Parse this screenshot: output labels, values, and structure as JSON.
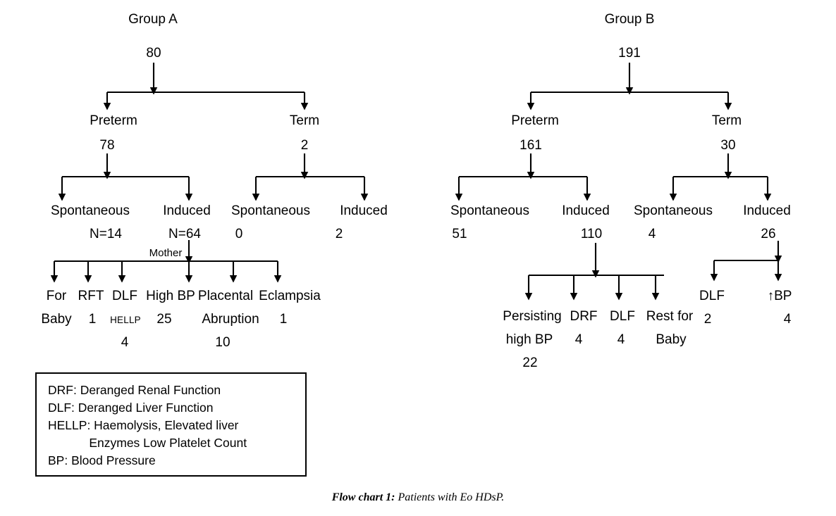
{
  "chart_data": {
    "type": "diagram",
    "title": "Flow chart 1: Patients with Eo HDsP.",
    "groups": [
      {
        "name": "Group A",
        "total": "80",
        "branches": [
          {
            "label": "Preterm",
            "count": "78",
            "children": [
              {
                "label": "Spontaneous",
                "count": "N=14"
              },
              {
                "label": "Induced",
                "count": "N=64",
                "branch_note": "Mother",
                "children": [
                  {
                    "label": "For\nBaby",
                    "count": ""
                  },
                  {
                    "label": "RFT",
                    "count": "1"
                  },
                  {
                    "label": "DLF",
                    "sublabel": "HELLP",
                    "count": "4"
                  },
                  {
                    "label": "High BP",
                    "count": "25"
                  },
                  {
                    "label": "Placental\nAbruption",
                    "count": "10"
                  },
                  {
                    "label": "Eclampsia",
                    "count": "1"
                  }
                ]
              }
            ]
          },
          {
            "label": "Term",
            "count": "2",
            "children": [
              {
                "label": "Spontaneous",
                "count": "0"
              },
              {
                "label": "Induced",
                "count": "2"
              }
            ]
          }
        ]
      },
      {
        "name": "Group B",
        "total": "191",
        "branches": [
          {
            "label": "Preterm",
            "count": "161",
            "children": [
              {
                "label": "Spontaneous",
                "count": "51"
              },
              {
                "label": "Induced",
                "count": "110",
                "children": [
                  {
                    "label": "Persisting\nhigh BP",
                    "count": "22"
                  },
                  {
                    "label": "DRF",
                    "count": "4"
                  },
                  {
                    "label": "DLF",
                    "count": "4"
                  },
                  {
                    "label": "Rest for\nBaby",
                    "count": ""
                  }
                ]
              }
            ]
          },
          {
            "label": "Term",
            "count": "30",
            "children": [
              {
                "label": "Spontaneous",
                "count": "4"
              },
              {
                "label": "Induced",
                "count": "26",
                "children": [
                  {
                    "label": "DLF",
                    "count": "2"
                  },
                  {
                    "label": "↑BP",
                    "count": "4"
                  }
                ]
              }
            ]
          }
        ]
      }
    ]
  },
  "groupA": {
    "title": "Group A",
    "total": "80",
    "preterm": {
      "label": "Preterm",
      "count": "78"
    },
    "term": {
      "label": "Term",
      "count": "2"
    },
    "preterm_spontaneous": {
      "label": "Spontaneous",
      "count": "N=14"
    },
    "preterm_induced": {
      "label": "Induced",
      "count": "N=64"
    },
    "term_spontaneous": {
      "label": "Spontaneous",
      "count": "0"
    },
    "term_induced": {
      "label": "Induced",
      "count": "2"
    },
    "mother_note": "Mother",
    "outcomes": {
      "for_baby_line1": "For",
      "for_baby_line2": "Baby",
      "rft_label": "RFT",
      "rft_count": "1",
      "dlf_label": "DLF",
      "hellp_label": "HELLP",
      "hellp_count": "4",
      "highbp_label": "High BP",
      "highbp_count": "25",
      "placental_line1": "Placental",
      "placental_line2": "Abruption",
      "placental_count": "10",
      "eclampsia_label": "Eclampsia",
      "eclampsia_count": "1"
    }
  },
  "groupB": {
    "title": "Group B",
    "total": "191",
    "preterm": {
      "label": "Preterm",
      "count": "161"
    },
    "term": {
      "label": "Term",
      "count": "30"
    },
    "preterm_spontaneous": {
      "label": "Spontaneous",
      "count": "51"
    },
    "preterm_induced": {
      "label": "Induced",
      "count": "110"
    },
    "term_spontaneous": {
      "label": "Spontaneous",
      "count": "4"
    },
    "term_induced": {
      "label": "Induced",
      "count": "26"
    },
    "outcomes": {
      "persisting_line1": "Persisting",
      "persisting_line2": "high BP",
      "persisting_count": "22",
      "drf_label": "DRF",
      "drf_count": "4",
      "dlf_label": "DLF",
      "dlf_count": "4",
      "rest_line1": "Rest for",
      "rest_line2": "Baby",
      "term_dlf_label": "DLF",
      "term_dlf_count": "2",
      "term_bp_label": "↑BP",
      "term_bp_count": "4"
    }
  },
  "legend": {
    "lines": [
      "DRF: Deranged Renal Function",
      "DLF: Deranged Liver Function",
      "HELLP: Haemolysis, Elevated liver",
      "            Enzymes Low Platelet Count",
      "BP: Blood Pressure"
    ]
  },
  "caption": {
    "prefix": "Flow chart 1:",
    "text": " Patients with Eo HDsP."
  },
  "colors": {
    "ink": "#000000",
    "background": "#ffffff"
  }
}
